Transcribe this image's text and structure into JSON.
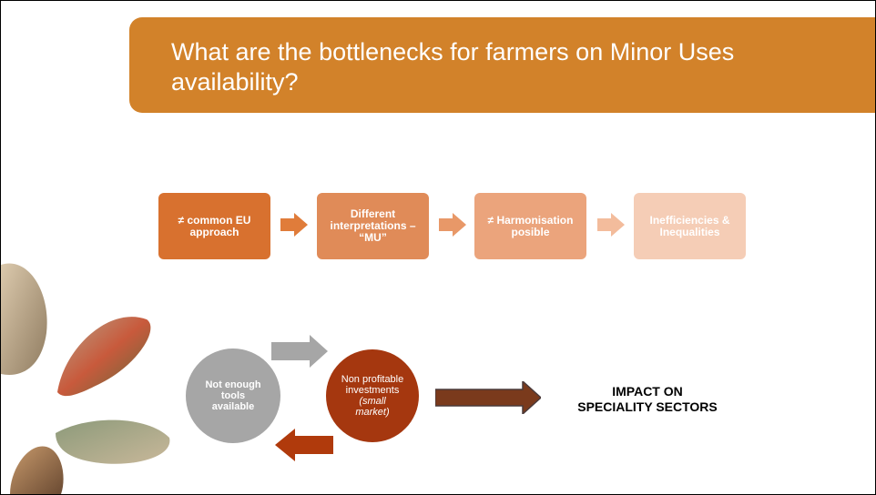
{
  "title": "What are the bottlenecks for farmers on Minor Uses availability?",
  "process": {
    "steps": [
      {
        "label": "≠ common EU approach"
      },
      {
        "label": "Different interpretations – “MU”"
      },
      {
        "label": "≠ Harmonisation posible"
      },
      {
        "label": "Inefficiencies & Inequalities"
      }
    ],
    "colors": [
      "#d8712f",
      "#e08b58",
      "#eba47c",
      "#f5cdb6"
    ]
  },
  "cycle": {
    "left_circle": "Not enough tools available",
    "right_circle_main": "Non profitable investments",
    "right_circle_note": "(small market)"
  },
  "impact": {
    "line1": "IMPACT ON",
    "line2": "SPECIALITY SECTORS"
  },
  "colors": {
    "title_bar": "#d2822a",
    "grey_circle": "#a6a6a6",
    "red_circle": "#a5370f",
    "grey_arrow": "#a6a6a6",
    "red_arrow": "#b03a0c",
    "brown_arrow": "#7a3a1c"
  }
}
